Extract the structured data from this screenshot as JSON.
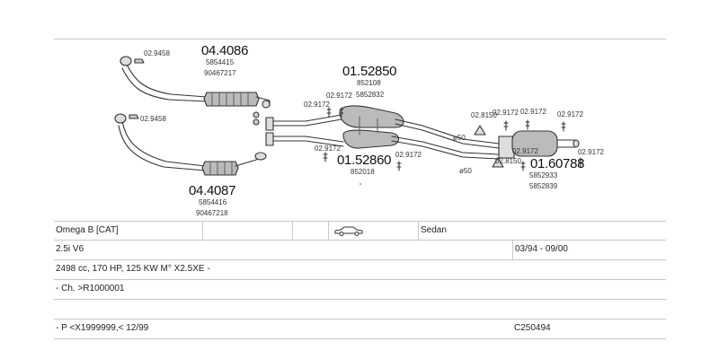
{
  "diagram": {
    "parts": [
      {
        "id": "cat1",
        "number": "04.4086",
        "refs": [
          "5854415",
          "90467217"
        ]
      },
      {
        "id": "cat2",
        "number": "04.4087",
        "refs": [
          "5854416",
          "90467218"
        ]
      },
      {
        "id": "mid",
        "number": "01.52850",
        "refs": [
          "852108",
          "5852832"
        ]
      },
      {
        "id": "mid2",
        "number": "01.52860",
        "refs": [
          "852018"
        ]
      },
      {
        "id": "rear",
        "number": "01.60788",
        "refs": [
          "5852933",
          "5852839"
        ]
      }
    ],
    "small_refs": {
      "gasket_a": "02.9458",
      "gasket_b": "02.9458",
      "clamp_a": "02.9172",
      "clamp_b": "02.9172",
      "clamp_c": "02.9172",
      "clamp_d": "02.9172",
      "clamp_e": "02.9172",
      "clamp_f": "02.9172",
      "clamp_g": "02.9172",
      "clamp_h": "02.9172",
      "clamp_i": "02.9172",
      "hanger_a": "02.8150",
      "hanger_b": "02.8150"
    },
    "diameter_a": "ø50",
    "diameter_b": "ø50"
  },
  "vehicle": {
    "model": "Omega B  [CAT]",
    "body": "Sedan",
    "engine": "2.5i  V6",
    "period": "03/94 - 09/00",
    "specs": "2498 cc, 170 HP, 125 KW M° X2.5XE -",
    "chassis": "- Ch. >R1000001",
    "production": "- P <X1999999,< 12/99",
    "code": "C250494"
  }
}
